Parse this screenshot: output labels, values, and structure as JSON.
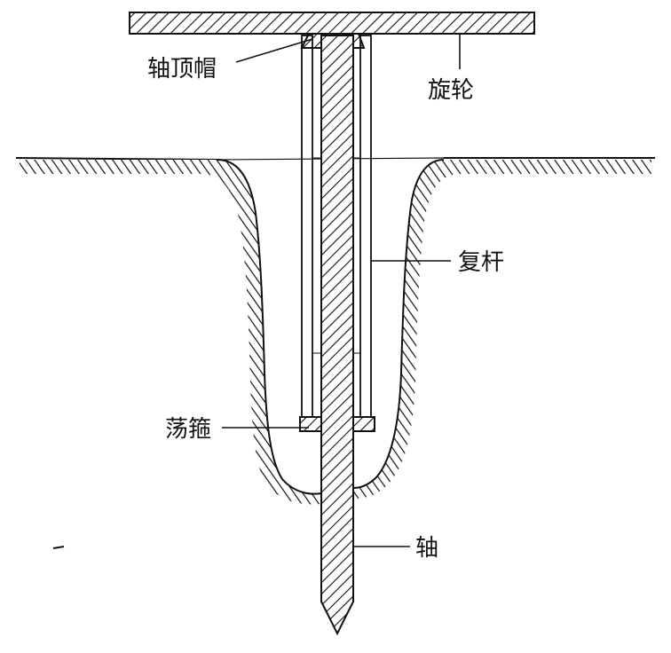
{
  "labels": {
    "shaft_cap": "轴顶帽",
    "rotary_wheel": "旋轮",
    "compound_rod": "复杆",
    "swing_hoop": "荡箍",
    "shaft": "轴"
  },
  "colors": {
    "ink": "#111111",
    "background": "#ffffff"
  }
}
